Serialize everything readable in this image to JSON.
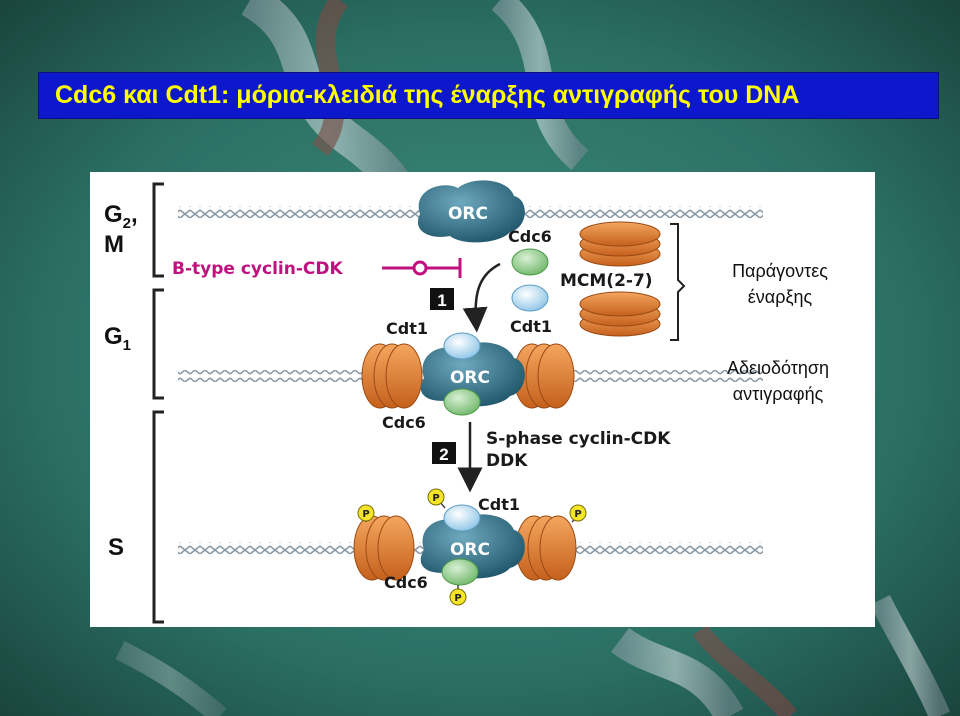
{
  "title": "Cdc6 και Cdt1: μόρια-κλειδιά της έναρξης αντιγραφής του DNA",
  "phases": {
    "g2m_line1": "G",
    "g2m_sub": "2",
    "g2m_comma": ",",
    "g2m_line2": "M",
    "g1": "G",
    "g1_sub": "1",
    "s": "S"
  },
  "labels": {
    "orc": "ORC",
    "cdc6": "Cdc6",
    "cdt1": "Cdt1",
    "mcm": "MCM(2-7)",
    "b_type": "B-type cyclin-CDK",
    "s_phase_line1": "S-phase cyclin-CDK",
    "s_phase_line2": "DDK",
    "step1": "1",
    "step2": "2",
    "phospho": "P"
  },
  "annotations": {
    "initiation_line1": "Παράγοντες",
    "initiation_line2": "έναρξης",
    "licensing_line1": "Αδειοδότηση",
    "licensing_line2": "αντιγραφής"
  },
  "colors": {
    "title_bg": "#0d17cc",
    "title_text": "#ffff00",
    "b_type_cdk": "#c0117f",
    "orc": "#2f6e86",
    "mcm": "#e07a2c",
    "cdc6": "#9fd39a",
    "cdt1": "#bfe0f4",
    "phospho": "#f5e52a"
  }
}
